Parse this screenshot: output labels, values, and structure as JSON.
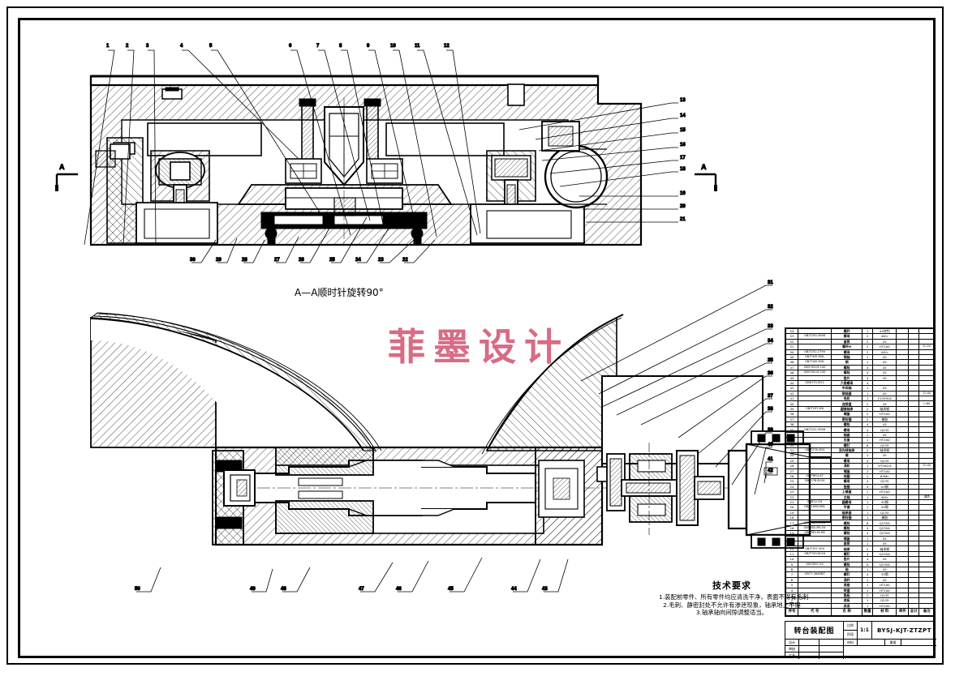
{
  "sheet": {
    "section_view_label": "A—A顺时针旋转90°",
    "watermark": "菲墨设计",
    "section_mark_left": "A",
    "section_mark_right": "A"
  },
  "tech_requirements": {
    "title": "技术要求",
    "lines": [
      "1.装配前零件、所有零件均应清洗干净，表面不得有毛刺",
      "2.毛刺、静密封处不允许有渗泄现象，轴承地上不得",
      "3.轴承轴向间隙调整适当。"
    ]
  },
  "title_block": {
    "drawing_name": "转台装配图",
    "scale_label": "比例",
    "scale_value": "1:1",
    "stage_label": "阶段",
    "drawing_number": "BYSJ-KJT-ZTZPT",
    "rows": [
      {
        "role": "设计",
        "name": "",
        "date": "",
        "right_label": "共 张",
        "right_value": ""
      },
      {
        "role": "审核",
        "name": "",
        "date": "",
        "right_label": "第 张",
        "right_value": ""
      },
      {
        "role": "工艺",
        "name": "",
        "date": "",
        "right_label": "",
        "right_value": ""
      }
    ],
    "material_label": "材料",
    "weight_label": "重量"
  },
  "bom": {
    "headers": [
      "序号",
      "代  号",
      "名  称",
      "数量",
      "材  料",
      "单件",
      "总计",
      "备注"
    ],
    "rows": [
      {
        "no": "54",
        "code": "",
        "name": "螺杆",
        "qty": "1",
        "mat": "45终钓",
        "w1": "",
        "w2": "",
        "rem": ""
      },
      {
        "no": "53",
        "code": "GB/T250-3946",
        "name": "螺母",
        "qty": "2",
        "mat": "40Cr",
        "w1": "",
        "w2": "",
        "rem": ""
      },
      {
        "no": "52",
        "code": "",
        "name": "套筒",
        "qty": "2",
        "mat": "45",
        "w1": "",
        "w2": "",
        "rem": ""
      },
      {
        "no": "51",
        "code": "",
        "name": "螺杆H",
        "qty": "2",
        "mat": "HT200",
        "w1": "",
        "w2": "",
        "rem": "Z=24"
      },
      {
        "no": "50",
        "code": "GB/T252-2794",
        "name": "螺母",
        "qty": "2",
        "mat": "40Cr",
        "w1": "",
        "w2": "",
        "rem": ""
      },
      {
        "no": "49",
        "code": "GB/T445-M4L",
        "name": "销轴",
        "qty": "1",
        "mat": "45",
        "w1": "",
        "w2": "",
        "rem": ""
      },
      {
        "no": "48",
        "code": "GB/T445-M4L",
        "name": "销",
        "qty": "1",
        "mat": "45",
        "w1": "",
        "w2": "",
        "rem": ""
      },
      {
        "no": "47",
        "code": "GB5783-M-145",
        "name": "螺栓",
        "qty": "4",
        "mat": "45",
        "w1": "",
        "w2": "",
        "rem": ""
      },
      {
        "no": "46",
        "code": "GB5782-M-145",
        "name": "螺栓",
        "qty": "4",
        "mat": "45",
        "w1": "",
        "w2": "",
        "rem": ""
      },
      {
        "no": "45",
        "code": "",
        "name": "垫片",
        "qty": "4",
        "mat": "45",
        "w1": "",
        "w2": "",
        "rem": ""
      },
      {
        "no": "44",
        "code": "GB6170-M12",
        "name": "六角螺母",
        "qty": "4",
        "mat": "",
        "w1": "",
        "w2": "",
        "rem": ""
      },
      {
        "no": "43",
        "code": "",
        "name": "中间轴",
        "qty": "1",
        "mat": "45",
        "w1": "",
        "w2": "",
        "rem": ""
      },
      {
        "no": "42",
        "code": "",
        "name": "联轴器",
        "qty": "1",
        "mat": "45",
        "w1": "",
        "w2": "",
        "rem": "Z=40"
      },
      {
        "no": "41",
        "code": "",
        "name": "电机",
        "qty": "1",
        "mat": "Y132M-A",
        "w1": "",
        "w2": "",
        "rem": ""
      },
      {
        "no": "40",
        "code": "",
        "name": "连接盘",
        "qty": "2",
        "mat": "45",
        "w1": "",
        "w2": "",
        "rem": "i=80"
      },
      {
        "no": "39",
        "code": "GB/T297-M4",
        "name": "圆锥轴承",
        "qty": "2",
        "mat": "轴承钢",
        "w1": "",
        "w2": "",
        "rem": ""
      },
      {
        "no": "38",
        "code": "",
        "name": "端盖",
        "qty": "2",
        "mat": "HT200",
        "w1": "",
        "w2": "",
        "rem": ""
      },
      {
        "no": "37",
        "code": "",
        "name": "密封圈",
        "qty": "2",
        "mat": "橡胶",
        "w1": "",
        "w2": "",
        "rem": ""
      },
      {
        "no": "36",
        "code": "",
        "name": "螺栓",
        "qty": "4",
        "mat": "45",
        "w1": "",
        "w2": "",
        "rem": ""
      },
      {
        "no": "35",
        "code": "GB/T251-3946",
        "name": "螺母",
        "qty": "4",
        "mat": "Q235",
        "w1": "",
        "w2": "",
        "rem": ""
      },
      {
        "no": "34",
        "code": "",
        "name": "轴套",
        "qty": "1",
        "mat": "45",
        "w1": "",
        "w2": "",
        "rem": ""
      },
      {
        "no": "33",
        "code": "",
        "name": "压盖",
        "qty": "1",
        "mat": "HT200",
        "w1": "",
        "w2": "",
        "rem": ""
      },
      {
        "no": "32",
        "code": "",
        "name": "螺钉",
        "qty": "6",
        "mat": "Q235",
        "w1": "",
        "w2": "",
        "rem": ""
      },
      {
        "no": "31",
        "code": "GB/T276-304",
        "name": "深沟球轴承",
        "qty": "2",
        "mat": "轴承钢",
        "w1": "",
        "w2": "",
        "rem": ""
      },
      {
        "no": "30",
        "code": "",
        "name": "键",
        "qty": "1",
        "mat": "45",
        "w1": "",
        "w2": "",
        "rem": ""
      },
      {
        "no": "29",
        "code": "",
        "name": "螺母",
        "qty": "4",
        "mat": "Q235",
        "w1": "",
        "w2": "",
        "rem": ""
      },
      {
        "no": "28",
        "code": "",
        "name": "涡轮",
        "qty": "1",
        "mat": "QT500-A",
        "w1": "",
        "w2": "",
        "rem": "Z=40"
      },
      {
        "no": "27",
        "code": "",
        "name": "端盖",
        "qty": "2",
        "mat": "HT200",
        "w1": "",
        "w2": "",
        "rem": ""
      },
      {
        "no": "26",
        "code": "GB/T894-A7",
        "name": "挡圈",
        "qty": "1",
        "mat": "65Mn",
        "w1": "",
        "w2": "",
        "rem": ""
      },
      {
        "no": "25",
        "code": "GB6178-M-04",
        "name": "螺母",
        "qty": "4",
        "mat": "Q235",
        "w1": "",
        "w2": "",
        "rem": ""
      },
      {
        "no": "24",
        "code": "",
        "name": "垫圈",
        "qty": "4",
        "mat": "A3钢",
        "w1": "",
        "w2": "",
        "rem": ""
      },
      {
        "no": "23",
        "code": "",
        "name": "上端盖",
        "qty": "1",
        "mat": "HT200",
        "w1": "",
        "w2": "",
        "rem": ""
      },
      {
        "no": "22",
        "code": "",
        "name": "主轴",
        "qty": "1",
        "mat": "40Cr",
        "w1": "",
        "w2": "",
        "rem": "调质"
      },
      {
        "no": "21",
        "code": "GB812-G4",
        "name": "圆螺母",
        "qty": "1",
        "mat": "45钢",
        "w1": "",
        "w2": "",
        "rem": ""
      },
      {
        "no": "20",
        "code": "GB/T1096-M5L",
        "name": "平键",
        "qty": "1",
        "mat": "45钢",
        "w1": "",
        "w2": "",
        "rem": ""
      },
      {
        "no": "19",
        "code": "",
        "name": "轴承套",
        "qty": "1",
        "mat": "Q235",
        "w1": "",
        "w2": "",
        "rem": ""
      },
      {
        "no": "18",
        "code": "",
        "name": "密封圈",
        "qty": "1",
        "mat": "橡胶",
        "w1": "",
        "w2": "",
        "rem": ""
      },
      {
        "no": "17",
        "code": "GB5782-M5-V4",
        "name": "螺栓",
        "qty": "6",
        "mat": "Q235A",
        "w1": "",
        "w2": "",
        "rem": ""
      },
      {
        "no": "16",
        "code": "GB5782-M5-V4",
        "name": "螺栓",
        "qty": "4",
        "mat": "Q235A",
        "w1": "",
        "w2": "",
        "rem": ""
      },
      {
        "no": "15",
        "code": "GB5782-M-M4",
        "name": "螺栓",
        "qty": "4",
        "mat": "Q235A",
        "w1": "",
        "w2": "",
        "rem": ""
      },
      {
        "no": "14",
        "code": "",
        "name": "端盖",
        "qty": "1",
        "mat": "45",
        "w1": "",
        "w2": "",
        "rem": ""
      },
      {
        "no": "13",
        "code": "",
        "name": "套筒",
        "qty": "1",
        "mat": "45",
        "w1": "",
        "w2": "",
        "rem": ""
      },
      {
        "no": "12",
        "code": "GB/T297-304",
        "name": "轴承",
        "qty": "2",
        "mat": "轴承钢",
        "w1": "",
        "w2": "",
        "rem": ""
      },
      {
        "no": "11",
        "code": "GB/T745-M-V4",
        "name": "螺钉",
        "qty": "4",
        "mat": "Q235A",
        "w1": "",
        "w2": "",
        "rem": ""
      },
      {
        "no": "10",
        "code": "",
        "name": "垫片",
        "qty": "4",
        "mat": "45",
        "w1": "",
        "w2": "",
        "rem": ""
      },
      {
        "no": "9",
        "code": "GB/T897-V4",
        "name": "螺栓",
        "qty": "4",
        "mat": "Q235A",
        "w1": "",
        "w2": "",
        "rem": ""
      },
      {
        "no": "8",
        "code": "",
        "name": "轴",
        "qty": "1",
        "mat": "45",
        "w1": "",
        "w2": "",
        "rem": ""
      },
      {
        "no": "7",
        "code": "GB77-3646NT",
        "name": "螺钉",
        "qty": "4",
        "mat": "35钢",
        "w1": "",
        "w2": "",
        "rem": ""
      },
      {
        "no": "6",
        "code": "",
        "name": "涡杆",
        "qty": "1",
        "mat": "45",
        "w1": "",
        "w2": "",
        "rem": ""
      },
      {
        "no": "5",
        "code": "",
        "name": "底座",
        "qty": "1",
        "mat": "HT200",
        "w1": "",
        "w2": "",
        "rem": ""
      },
      {
        "no": "4",
        "code": "",
        "name": "转盘",
        "qty": "1",
        "mat": "HT200",
        "w1": "",
        "w2": "",
        "rem": ""
      },
      {
        "no": "3",
        "code": "",
        "name": "筋板",
        "qty": "2",
        "mat": "Q235",
        "w1": "",
        "w2": "",
        "rem": ""
      },
      {
        "no": "2",
        "code": "",
        "name": "底板",
        "qty": "1",
        "mat": "Q235",
        "w1": "",
        "w2": "",
        "rem": ""
      },
      {
        "no": "1",
        "code": "",
        "name": "床身",
        "qty": "1",
        "mat": "HT200",
        "w1": "",
        "w2": "",
        "rem": ""
      }
    ]
  },
  "callouts": {
    "top_view_top": [
      "1",
      "2",
      "3",
      "4",
      "5",
      "6",
      "7",
      "8",
      "9",
      "10",
      "11",
      "12"
    ],
    "top_view_right": [
      "13",
      "14",
      "15",
      "16",
      "17",
      "18",
      "19",
      "20",
      "21"
    ],
    "top_view_bottom": [
      "30",
      "29",
      "28",
      "27",
      "26",
      "25",
      "24",
      "23",
      "22"
    ],
    "bottom_view_right": [
      "31",
      "32",
      "33",
      "34",
      "35",
      "36",
      "37",
      "38",
      "39",
      "40",
      "41",
      "42"
    ],
    "bottom_view_bottom": [
      "50",
      "49",
      "48",
      "47",
      "46",
      "45",
      "44",
      "43"
    ]
  }
}
